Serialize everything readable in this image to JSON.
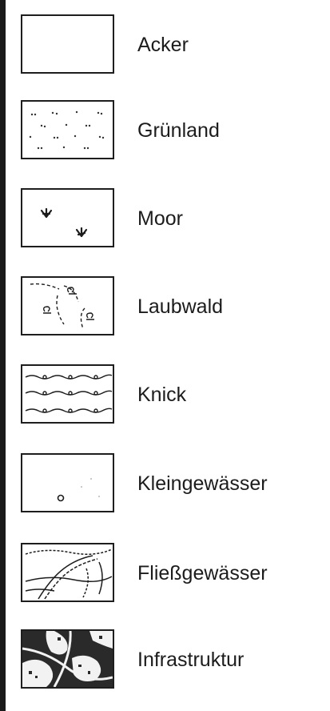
{
  "legend": {
    "items": [
      {
        "label": "Acker",
        "pattern": "blank"
      },
      {
        "label": "Grünland",
        "pattern": "dots"
      },
      {
        "label": "Moor",
        "pattern": "marsh-symbols"
      },
      {
        "label": "Laubwald",
        "pattern": "deciduous-tree-symbols"
      },
      {
        "label": "Knick",
        "pattern": "hedge-lines"
      },
      {
        "label": "Kleingewässer",
        "pattern": "small-circle"
      },
      {
        "label": "Fließgewässer",
        "pattern": "stream-lines"
      },
      {
        "label": "Infrastruktur",
        "pattern": "settlement-texture"
      }
    ],
    "colors": {
      "ink": "#1c1c1c",
      "background": "#ffffff"
    }
  }
}
